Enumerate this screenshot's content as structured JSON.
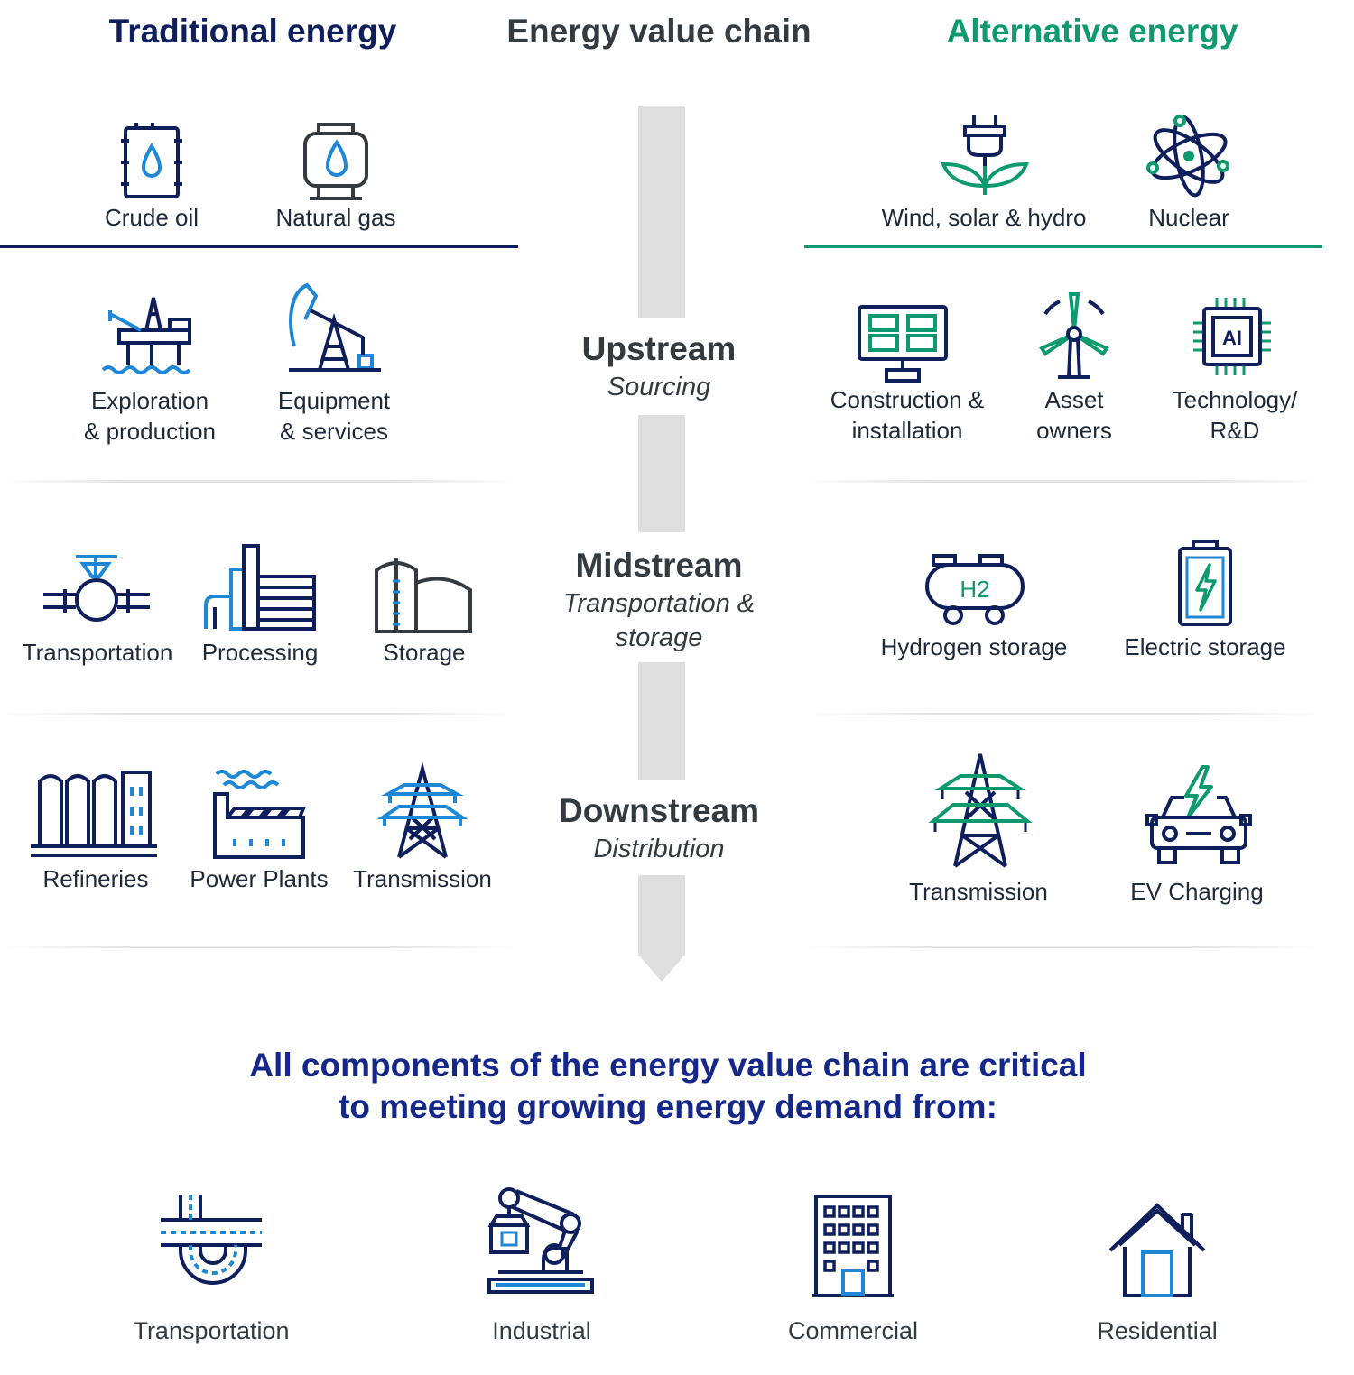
{
  "headers": {
    "traditional": "Traditional energy",
    "value_chain": "Energy value chain",
    "alternative": "Alternative energy"
  },
  "colors": {
    "navy": "#0f1f5c",
    "blue": "#1e88d6",
    "green": "#0e9a6e",
    "dark": "#333a40",
    "arrow": "#dedede",
    "bottom_title": "#15288a"
  },
  "traditional": {
    "sources": [
      {
        "label": "Crude oil",
        "icon": "oil-barrel-icon"
      },
      {
        "label": "Natural gas",
        "icon": "gas-tank-icon"
      }
    ],
    "upstream": [
      {
        "label": "Exploration\n& production",
        "icon": "offshore-rig-icon"
      },
      {
        "label": "Equipment\n& services",
        "icon": "pumpjack-icon"
      }
    ],
    "midstream": [
      {
        "label": "Transportation",
        "icon": "pipeline-valve-icon"
      },
      {
        "label": "Processing",
        "icon": "processing-plant-icon"
      },
      {
        "label": "Storage",
        "icon": "storage-tank-icon"
      }
    ],
    "downstream": [
      {
        "label": "Refineries",
        "icon": "refinery-icon"
      },
      {
        "label": "Power Plants",
        "icon": "power-plant-icon"
      },
      {
        "label": "Transmission",
        "icon": "transmission-tower-icon"
      }
    ]
  },
  "chain": {
    "upstream": {
      "title": "Upstream",
      "subtitle": "Sourcing"
    },
    "midstream": {
      "title": "Midstream",
      "subtitle": "Transportation &\nstorage"
    },
    "downstream": {
      "title": "Downstream",
      "subtitle": "Distribution"
    }
  },
  "alternative": {
    "sources": [
      {
        "label": "Wind, solar & hydro",
        "icon": "plug-plant-icon"
      },
      {
        "label": "Nuclear",
        "icon": "atom-icon"
      }
    ],
    "upstream": [
      {
        "label": "Construction &\ninstallation",
        "icon": "solar-panel-icon"
      },
      {
        "label": "Asset\nowners",
        "icon": "wind-turbine-icon"
      },
      {
        "label": "Technology/\nR&D",
        "icon": "ai-chip-icon",
        "chip_text": "AI"
      }
    ],
    "midstream": [
      {
        "label": "Hydrogen storage",
        "icon": "hydrogen-tank-icon",
        "tank_text": "H2"
      },
      {
        "label": "Electric storage",
        "icon": "battery-icon"
      }
    ],
    "downstream": [
      {
        "label": "Transmission",
        "icon": "transmission-tower-icon"
      },
      {
        "label": "EV Charging",
        "icon": "ev-charging-icon"
      }
    ]
  },
  "bottom": {
    "title": "All components of the energy value chain are critical\nto meeting growing energy demand from:",
    "sectors": [
      {
        "label": "Transportation",
        "icon": "road-interchange-icon"
      },
      {
        "label": "Industrial",
        "icon": "robot-arm-icon"
      },
      {
        "label": "Commercial",
        "icon": "office-building-icon"
      },
      {
        "label": "Residential",
        "icon": "house-icon"
      }
    ]
  }
}
